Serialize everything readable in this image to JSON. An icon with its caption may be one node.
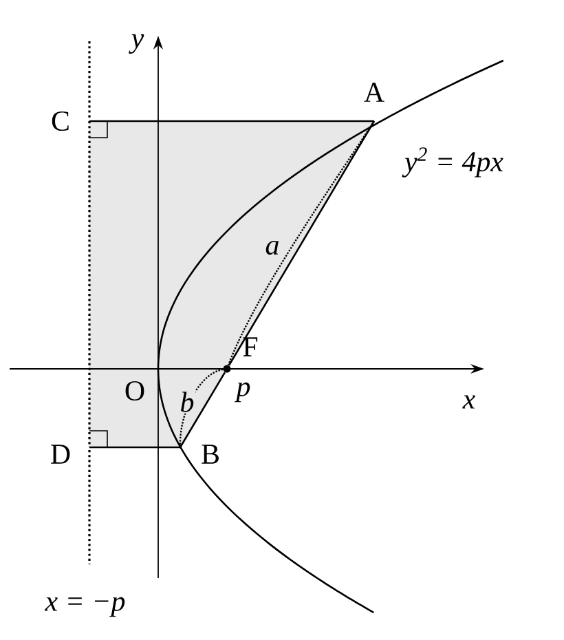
{
  "diagram": {
    "nodes": [
      {
        "text": [
          "C"
        ]
      },
      {
        "text": [
          "A"
        ]
      },
      {
        "text": [],
        "shape": "circle",
        "beside": [
          "F"
        ]
      },
      {
        "text": [
          "B"
        ]
      },
      {
        "text": [
          "D"
        ]
      }
    ],
    "edges": [
      {
        "from": 0,
        "to": 1,
        "arrow": "none"
      },
      {
        "from": 0,
        "to": 4,
        "arrow": "none",
        "style": "dashed"
      },
      {
        "from": 4,
        "to": 3,
        "arrow": "none"
      },
      {
        "from": 1,
        "to": 2,
        "arrow": "none"
      },
      {
        "from": 2,
        "to": 3,
        "arrow": "none"
      },
      {
        "from": 1,
        "to": 2,
        "arrow": "none",
        "label": "a",
        "style": "dashed"
      },
      {
        "from": 2,
        "to": 3,
        "arrow": "none",
        "label": "b",
        "style": "dashed"
      }
    ],
    "labels": [
      "y",
      "y$^{2}$ = 4px",
      "O",
      "p",
      "x",
      "x = −p"
    ]
  }
}
